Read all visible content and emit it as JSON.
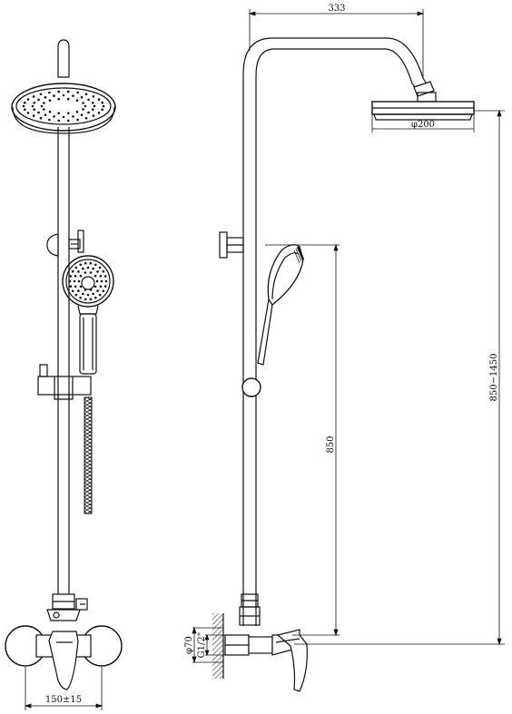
{
  "dimensions": {
    "arm_reach": "333",
    "head_diameter": "φ200",
    "total_height": "850~1450",
    "holder_height": "850",
    "flange_diameter": "φ70",
    "thread": "G1/2\"",
    "centers": "150±15"
  },
  "colors": {
    "stroke": "#111111",
    "hatch": "#555555",
    "background": "#ffffff"
  }
}
